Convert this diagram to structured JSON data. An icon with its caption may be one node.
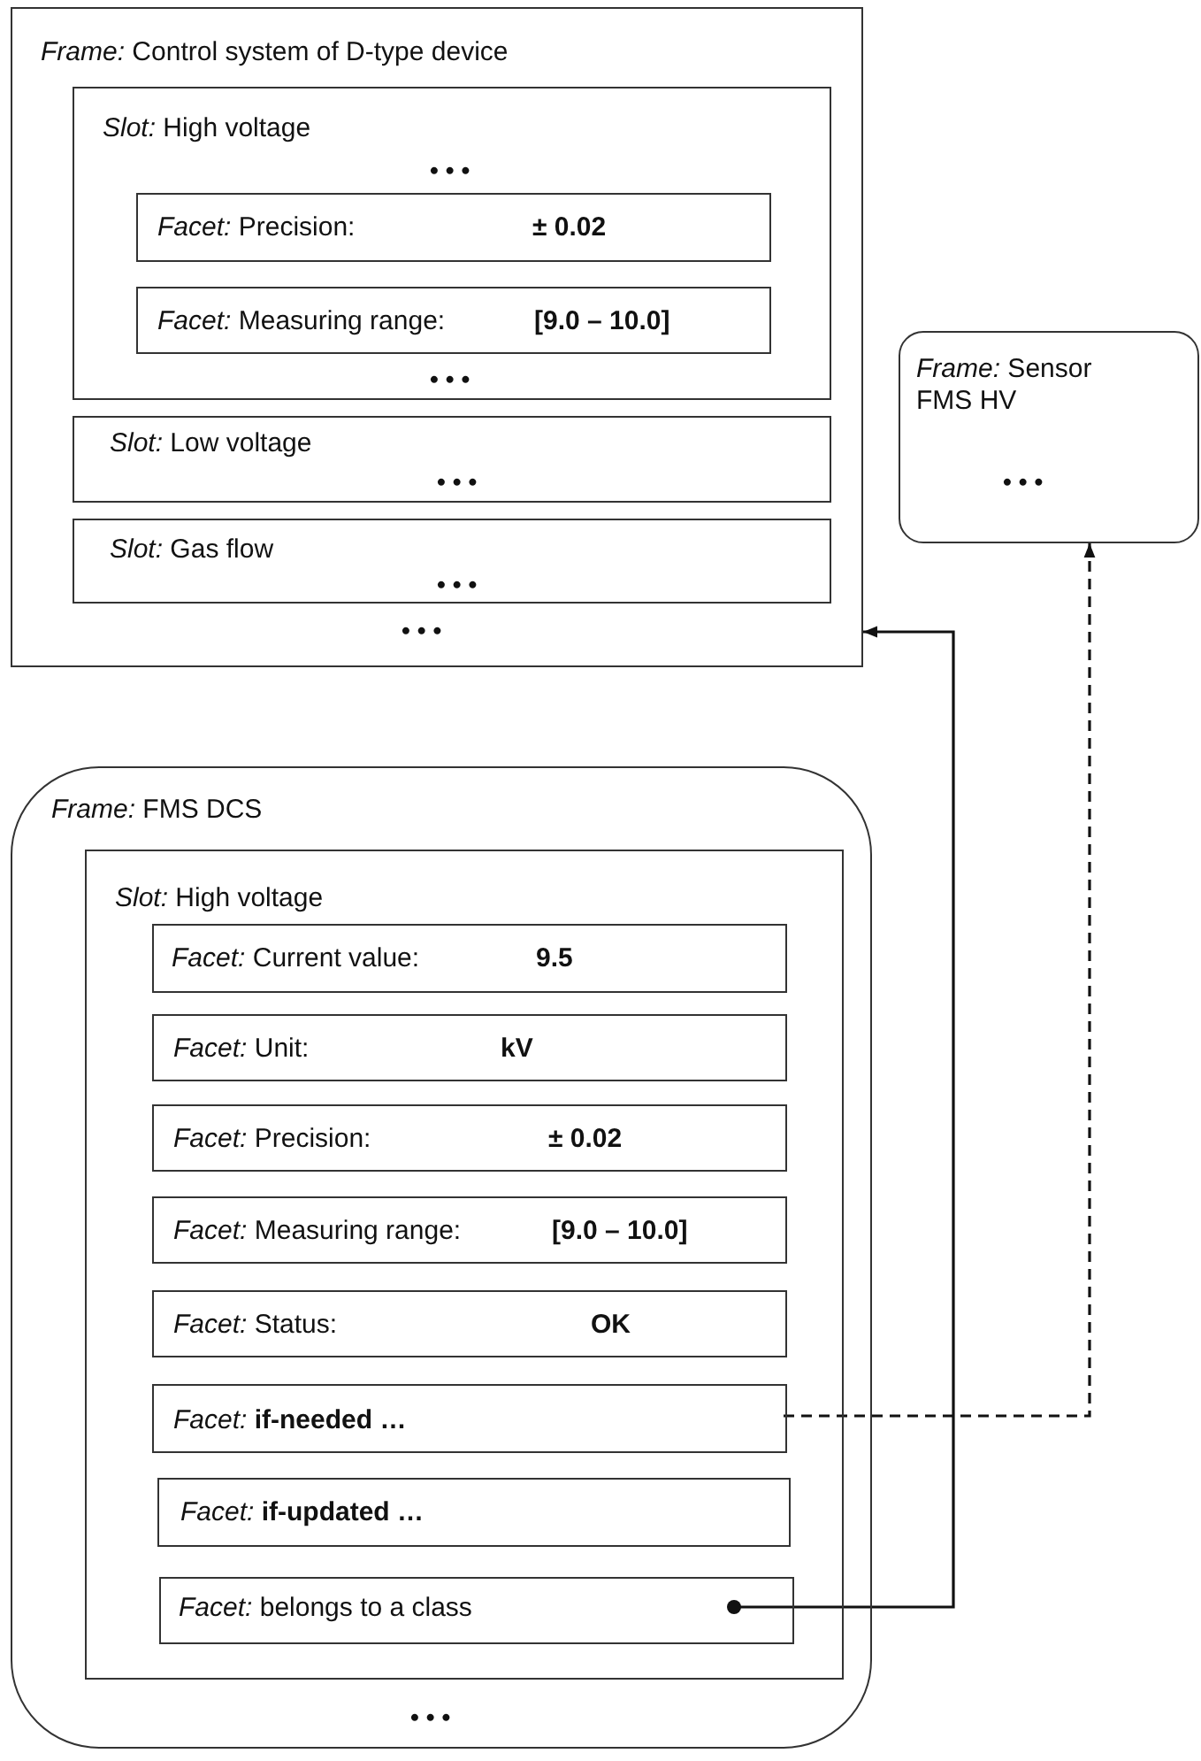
{
  "diagram": {
    "nodes": [
      {
        "text": [
          "*Frame:* Control system of D-type device",
          "•••"
        ]
      },
      {
        "text": [
          "*Slot:* High voltage",
          "•••",
          "•••"
        ],
        "in": 0
      },
      {
        "text": [
          "*Facet:* Precision:",
          "± 0.02"
        ],
        "in": 1
      },
      {
        "text": [
          "*Facet:* Measuring range:",
          "[9.0 – 10.0]"
        ],
        "in": 1
      },
      {
        "text": [
          "*Slot:* Low voltage",
          "•••"
        ],
        "in": 0
      },
      {
        "text": [
          "*Slot:* Gas flow",
          "•••"
        ],
        "in": 0
      },
      {
        "text": [
          "*Frame:* Sensor FMS HV",
          "•••"
        ]
      },
      {
        "text": [
          "*Frame:* FMS DCS",
          "•••"
        ]
      },
      {
        "text": [
          "*Slot:* High voltage"
        ],
        "in": 7
      },
      {
        "text": [
          "*Facet:* Current value:",
          "9.5"
        ],
        "in": 8
      },
      {
        "text": [
          "*Facet:* Unit:",
          "kV"
        ],
        "in": 8
      },
      {
        "text": [
          "*Facet:* Precision:",
          "± 0.02"
        ],
        "in": 8
      },
      {
        "text": [
          "*Facet:* Measuring range:",
          "[9.0 – 10.0]"
        ],
        "in": 8
      },
      {
        "text": [
          "*Facet:* Status:",
          "OK"
        ],
        "in": 8
      },
      {
        "text": [
          "*Facet:* **if-needed …**"
        ],
        "in": 8
      },
      {
        "text": [
          "*Facet:* **if-updated …**"
        ],
        "in": 8
      },
      {
        "text": [
          "*Facet:* belongs to a class"
        ],
        "in": 8
      }
    ],
    "edges": [
      {
        "from": 14,
        "to": 6,
        "arrow": "to",
        "style": "dashed"
      },
      {
        "from": 16,
        "to": 0,
        "arrow": "to"
      }
    ]
  }
}
